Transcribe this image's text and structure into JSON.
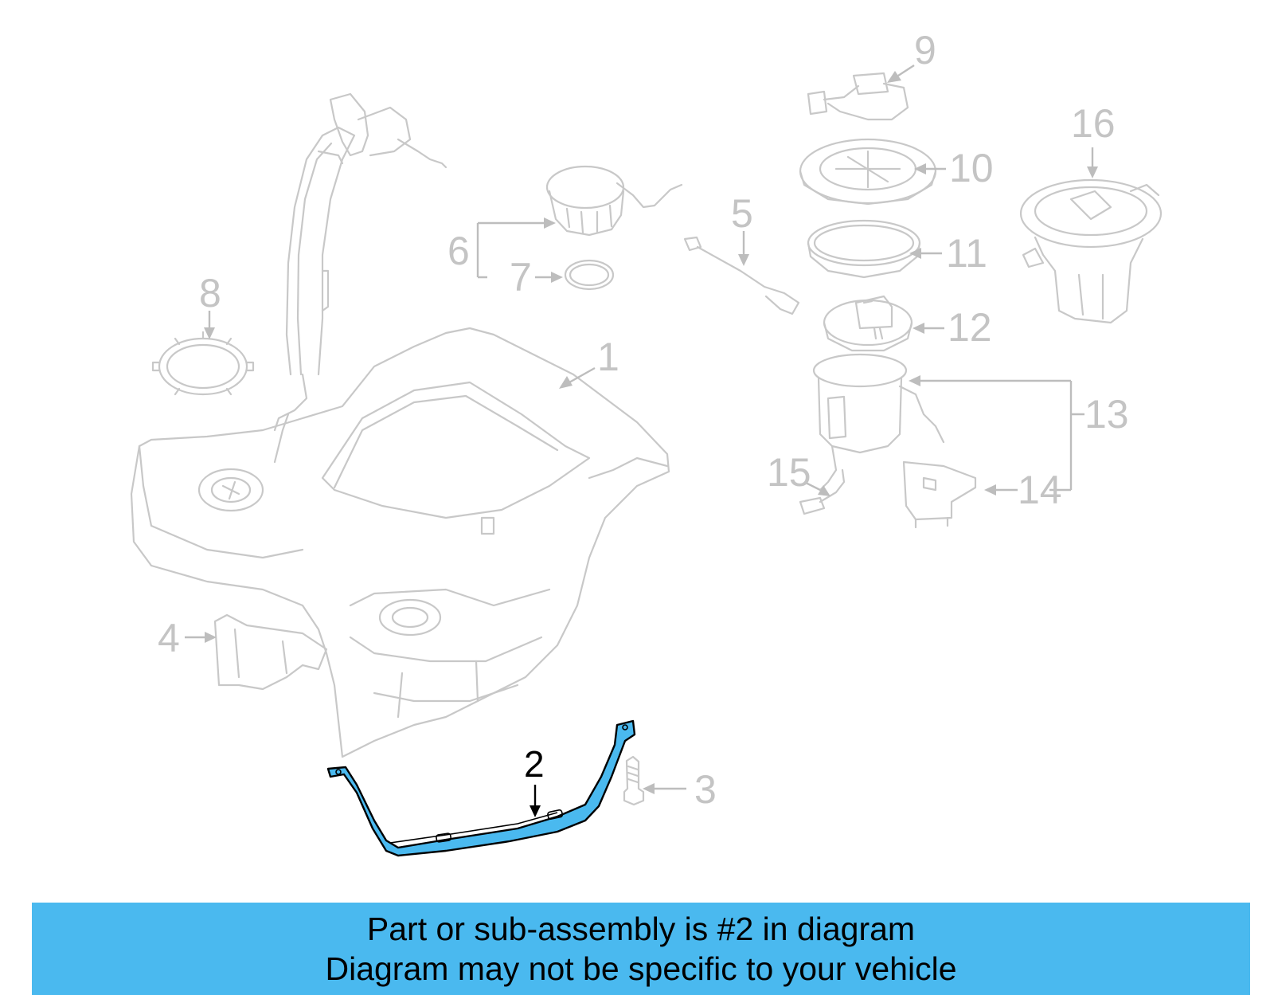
{
  "callouts": [
    {
      "id": "1",
      "text": "1"
    },
    {
      "id": "2",
      "text": "2",
      "highlighted": true
    },
    {
      "id": "3",
      "text": "3"
    },
    {
      "id": "4",
      "text": "4"
    },
    {
      "id": "5",
      "text": "5"
    },
    {
      "id": "6",
      "text": "6"
    },
    {
      "id": "7",
      "text": "7"
    },
    {
      "id": "8",
      "text": "8"
    },
    {
      "id": "9",
      "text": "9"
    },
    {
      "id": "10",
      "text": "10"
    },
    {
      "id": "11",
      "text": "11"
    },
    {
      "id": "12",
      "text": "12"
    },
    {
      "id": "13",
      "text": "13"
    },
    {
      "id": "14",
      "text": "14"
    },
    {
      "id": "15",
      "text": "15"
    },
    {
      "id": "16",
      "text": "16"
    }
  ],
  "caption": {
    "line1": "Part or sub-assembly is #2 in diagram",
    "line2": "Diagram may not be specific to your vehicle"
  },
  "colors": {
    "caption_background": "#4ab9ef",
    "highlight_fill": "#4ab9ef",
    "dimmed_parts": "#c8c8c8"
  }
}
